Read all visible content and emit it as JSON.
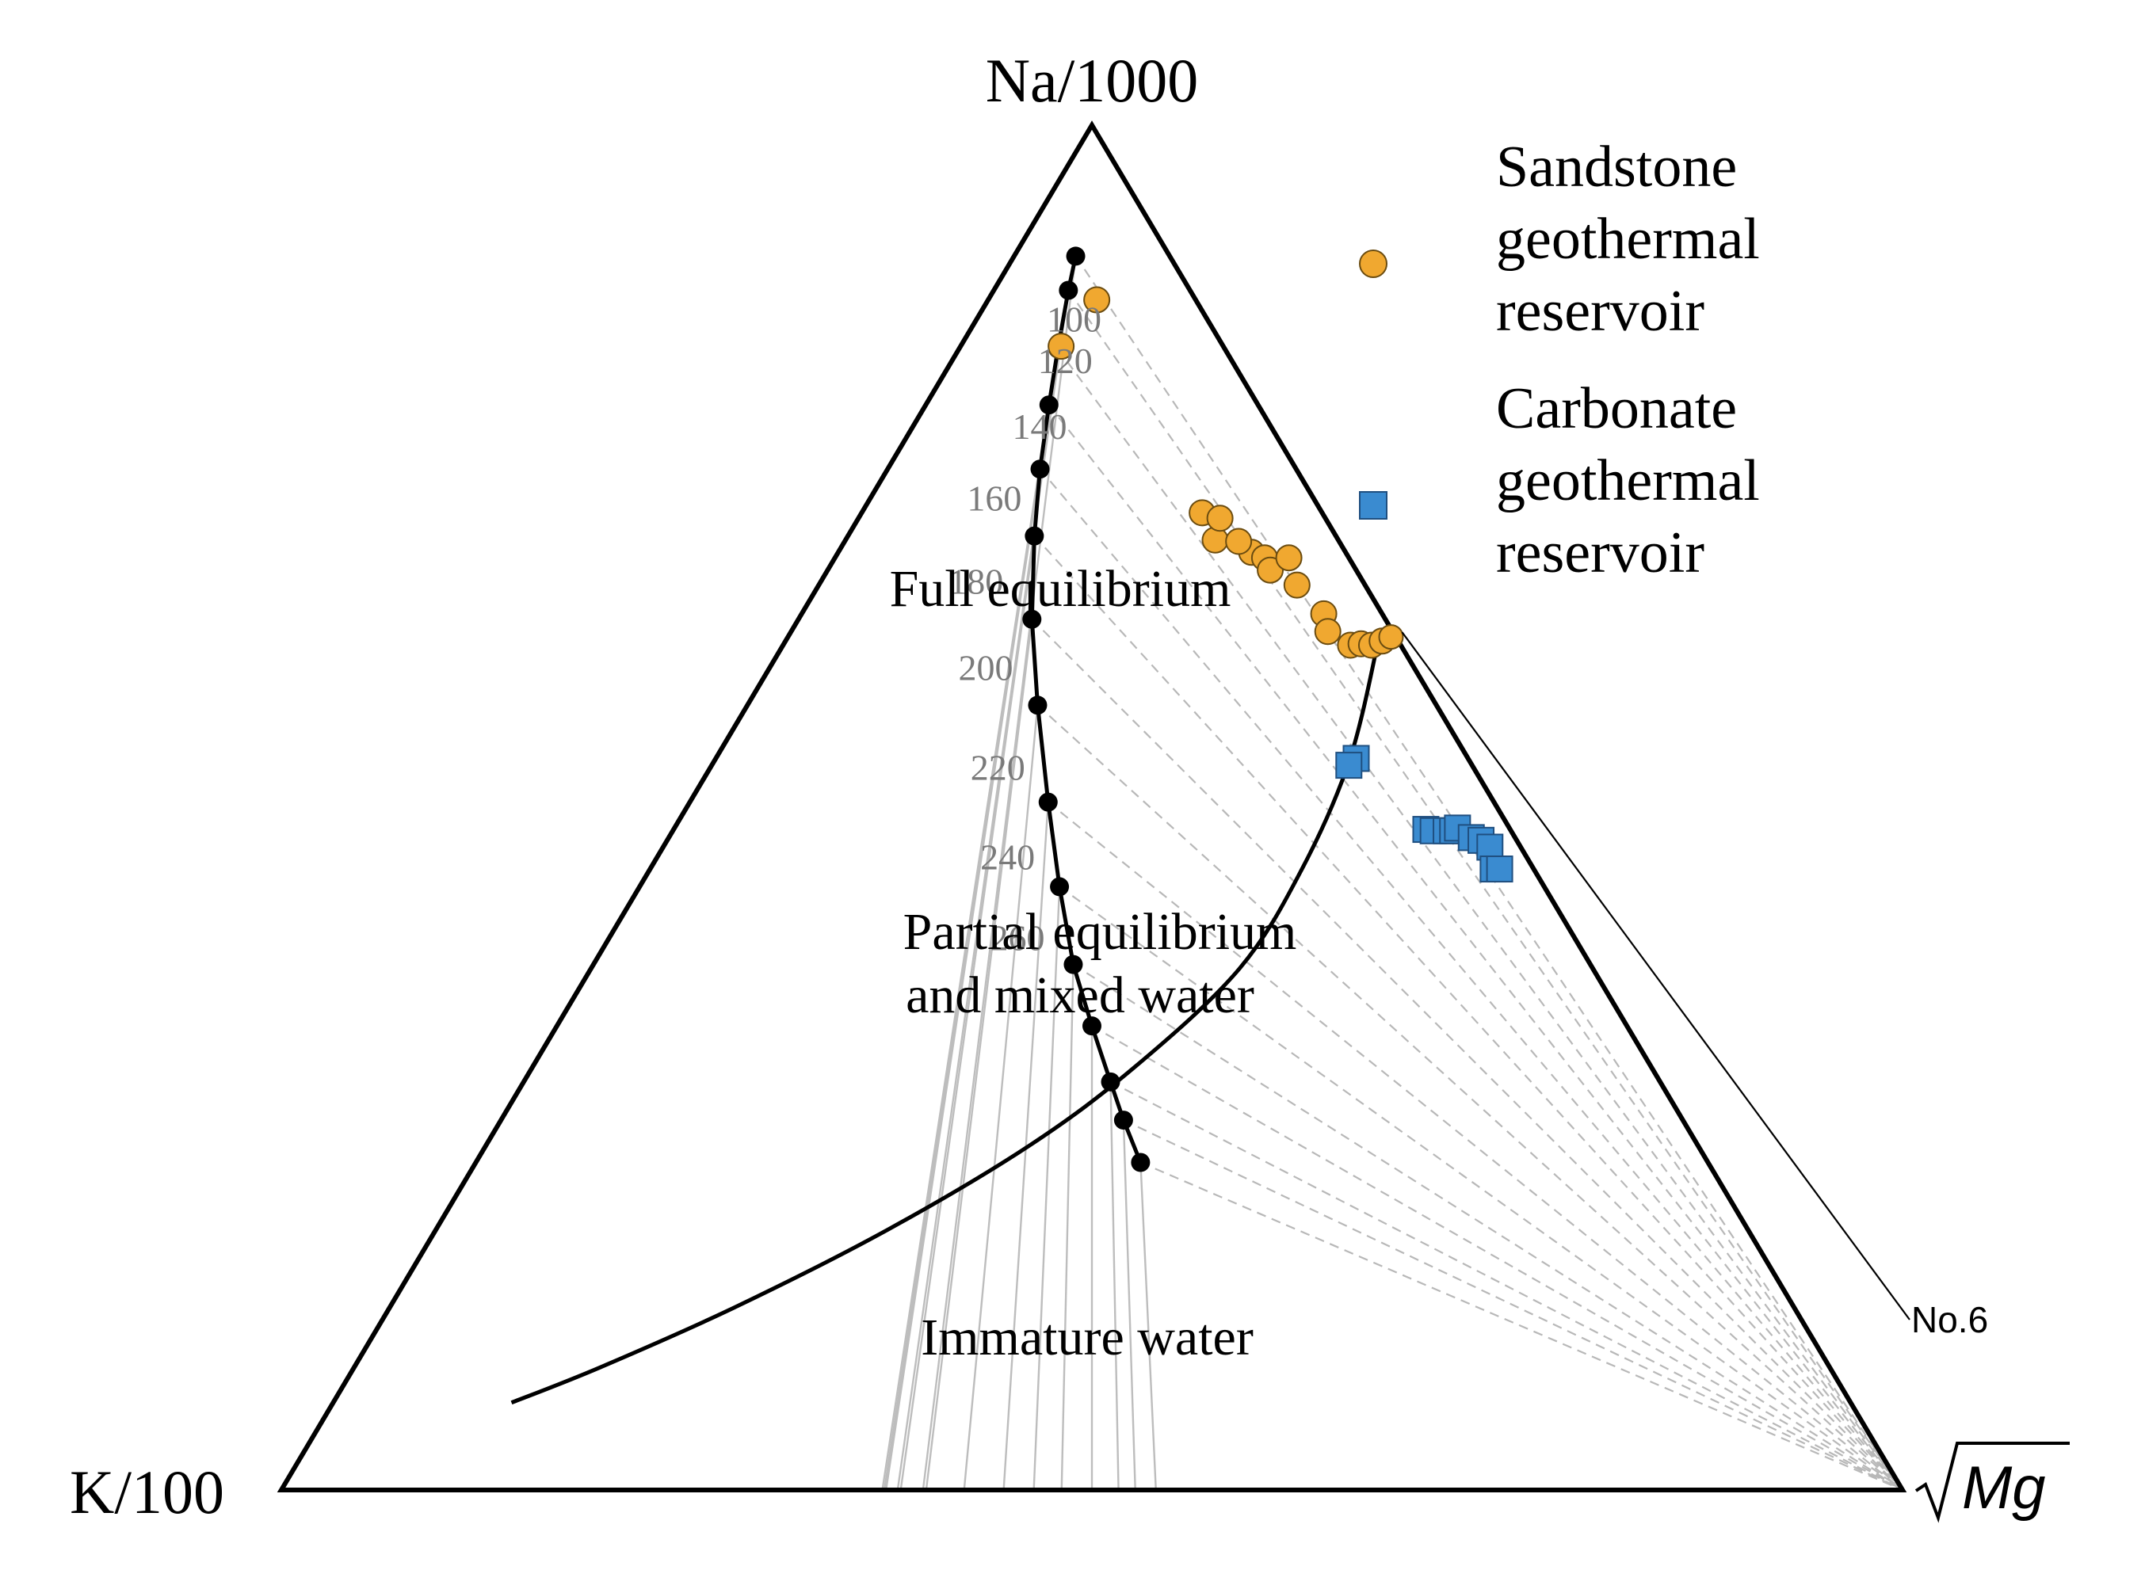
{
  "chart_data": {
    "type": "scatter",
    "diagram": "ternary",
    "vertices": {
      "top": "Na/1000",
      "left": "K/100",
      "right": "Mg"
    },
    "right_vertex_note": "square-root sign over Mg",
    "regions": [
      {
        "label": "Full equilibrium"
      },
      {
        "label": "Partial equilibrium"
      },
      {
        "label": "and mixed water"
      },
      {
        "label": "Immature water"
      }
    ],
    "full_equilibrium_curve": [
      {
        "label": "",
        "a": 0.35,
        "c": 0.41
      },
      {
        "label": "",
        "a": 0.345,
        "c": 0.384
      },
      {
        "label": "",
        "a": 0.339,
        "c": 0.362
      },
      {
        "label": "",
        "a": 0.33,
        "c": 0.33
      },
      {
        "label": "260",
        "a": 0.319,
        "c": 0.296
      },
      {
        "label": "240",
        "a": 0.299,
        "c": 0.259
      },
      {
        "label": "220",
        "a": 0.275,
        "c": 0.221
      },
      {
        "label": "200",
        "a": 0.246,
        "c": 0.179
      },
      {
        "label": "180",
        "a": 0.218,
        "c": 0.144
      },
      {
        "label": "160",
        "a": 0.186,
        "c": 0.115
      },
      {
        "label": "140",
        "a": 0.158,
        "c": 0.094
      },
      {
        "label": "120",
        "a": 0.129,
        "c": 0.076
      },
      {
        "label": "100",
        "a": 0.103,
        "c": 0.061
      },
      {
        "label": "",
        "a": 0.075,
        "c": 0.046
      },
      {
        "label": "",
        "a": 0.058,
        "c": 0.038
      }
    ],
    "immature_boundary": [
      {
        "a": 0.826,
        "c": 0.11
      },
      {
        "a": 0.758,
        "c": 0.152
      },
      {
        "a": 0.653,
        "c": 0.213
      },
      {
        "a": 0.53,
        "c": 0.279
      },
      {
        "a": 0.413,
        "c": 0.335
      },
      {
        "a": 0.32,
        "c": 0.371
      },
      {
        "a": 0.218,
        "c": 0.4
      },
      {
        "a": 0.142,
        "c": 0.402
      },
      {
        "a": 0.072,
        "c": 0.391
      },
      {
        "a": 0.007,
        "c": 0.363
      }
    ],
    "series": [
      {
        "name": "Sandstone geothermal reservoir",
        "legend_lines": [
          "Sandstone",
          "geothermal",
          "reservoir"
        ],
        "marker": "circle",
        "color": "#f0a830",
        "points": [
          {
            "a": 0.1,
            "c": 0.062
          },
          {
            "a": 0.061,
            "c": 0.067
          },
          {
            "a": 0.074,
            "c": 0.21
          },
          {
            "a": 0.076,
            "c": 0.228
          },
          {
            "a": 0.065,
            "c": 0.223
          },
          {
            "a": 0.058,
            "c": 0.255
          },
          {
            "a": 0.062,
            "c": 0.243
          },
          {
            "a": 0.052,
            "c": 0.265
          },
          {
            "a": 0.053,
            "c": 0.273
          },
          {
            "a": 0.037,
            "c": 0.28
          },
          {
            "a": 0.042,
            "c": 0.295
          },
          {
            "a": 0.036,
            "c": 0.322
          },
          {
            "a": 0.04,
            "c": 0.331
          },
          {
            "a": 0.031,
            "c": 0.35
          },
          {
            "a": 0.024,
            "c": 0.356
          },
          {
            "a": 0.018,
            "c": 0.363
          },
          {
            "a": 0.01,
            "c": 0.368
          }
        ],
        "annotated_point": {
          "label": "No.6",
          "a": 0.003,
          "c": 0.372
        }
      },
      {
        "name": "Carbonate geothermal reservoir",
        "legend_lines": [
          "Carbonate",
          "geothermal",
          "reservoir"
        ],
        "marker": "square",
        "color": "#3a8bd0",
        "points": [
          {
            "a": 0.069,
            "c": 0.395
          },
          {
            "a": 0.076,
            "c": 0.393
          },
          {
            "a": 0.052,
            "c": 0.464
          },
          {
            "a": 0.048,
            "c": 0.469
          },
          {
            "a": 0.04,
            "c": 0.477
          },
          {
            "a": 0.036,
            "c": 0.481
          },
          {
            "a": 0.032,
            "c": 0.483
          },
          {
            "a": 0.027,
            "c": 0.495
          },
          {
            "a": 0.022,
            "c": 0.502
          },
          {
            "a": 0.019,
            "c": 0.51
          },
          {
            "a": 0.025,
            "c": 0.52
          },
          {
            "a": 0.021,
            "c": 0.524
          }
        ]
      }
    ]
  }
}
